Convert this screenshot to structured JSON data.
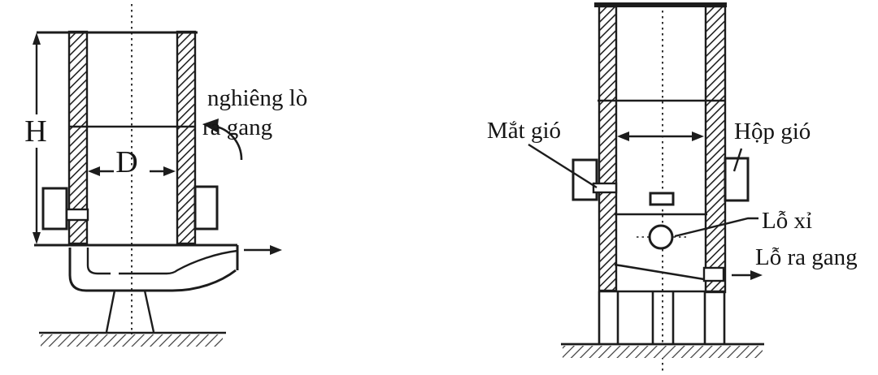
{
  "figure": {
    "description": "Two cupola furnace cross-section diagrams",
    "colors": {
      "ink": "#1c1c1c",
      "background": "#ffffff"
    }
  },
  "left_diagram": {
    "dim_height_label": "H",
    "dim_diameter_label": "D",
    "tilt_note_line1": "nghiêng lò",
    "tilt_note_line2": "ra gang"
  },
  "right_diagram": {
    "tuyere_label": "Mắt gió",
    "wind_box_label": "Hộp gió",
    "slag_hole_label": "Lỗ xỉ",
    "tap_hole_label": "Lỗ ra gang"
  }
}
